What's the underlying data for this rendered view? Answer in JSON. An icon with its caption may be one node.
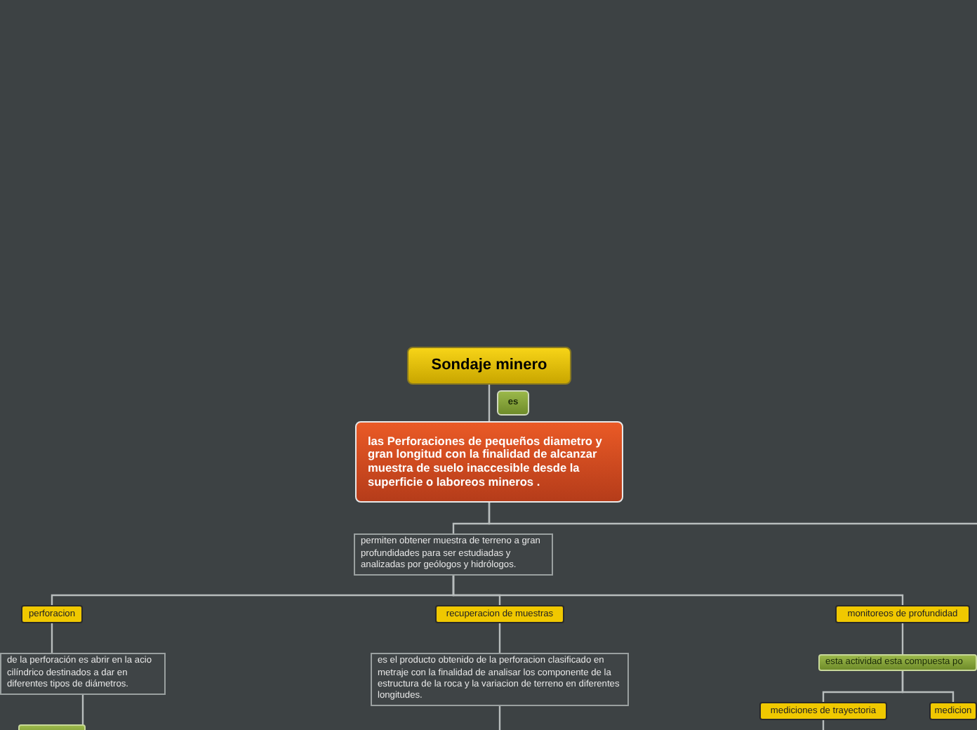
{
  "diagram": {
    "nodes": [
      {
        "text": [
          "Sondaje minero"
        ]
      },
      {
        "text": [
          "las Perforaciones de pequeños diametro y gran longitud con la finalidad de alcanzar muestra de suelo inaccesible desde la superficie o laboreos mineros ."
        ]
      },
      {
        "text": [
          "permiten obtener muestra de terreno  a gran profundidades para ser estudiadas y analizadas por  geólogos y hidrólogos."
        ]
      },
      {
        "text": [
          "perforacion"
        ]
      },
      {
        "text": [
          "recuperacion de muestras"
        ]
      },
      {
        "text": [
          "monitoreos de profundidad"
        ]
      },
      {
        "text": [
          "de la perforación es abrir en la acio cilíndrico destinados a dar en diferentes tipos de  diámetros."
        ]
      },
      {
        "text": [],
        "shape": "box"
      },
      {
        "text": [
          "es el producto obtenido de la perforacion clasificado en metraje con la finalidad de analisar  los componente de la estructura de la roca y la variacion de terreno en diferentes longitudes."
        ]
      },
      {
        "text": [
          "esta actividad esta compuesta po"
        ]
      },
      {
        "text": [
          "mediciones de trayectoria"
        ]
      },
      {
        "text": [
          "medicion"
        ]
      }
    ],
    "edges": [
      {
        "from": 0,
        "to": 1,
        "arrow": "none",
        "label": "es"
      },
      {
        "from": 1,
        "to": null,
        "arrow": "none"
      },
      {
        "from": 1,
        "to": 2,
        "arrow": "none"
      },
      {
        "from": 2,
        "to": 3,
        "arrow": "none"
      },
      {
        "from": 2,
        "to": 4,
        "arrow": "none"
      },
      {
        "from": 2,
        "to": 5,
        "arrow": "none"
      },
      {
        "from": 3,
        "to": 6,
        "arrow": "none"
      },
      {
        "from": 6,
        "to": 7,
        "arrow": "none"
      },
      {
        "from": 4,
        "to": 8,
        "arrow": "none"
      },
      {
        "from": 8,
        "to": null,
        "arrow": "none"
      },
      {
        "from": 5,
        "to": 9,
        "arrow": "none"
      },
      {
        "from": 9,
        "to": 10,
        "arrow": "none"
      },
      {
        "from": 9,
        "to": 11,
        "arrow": "none"
      },
      {
        "from": 10,
        "to": null,
        "arrow": "none"
      }
    ]
  }
}
